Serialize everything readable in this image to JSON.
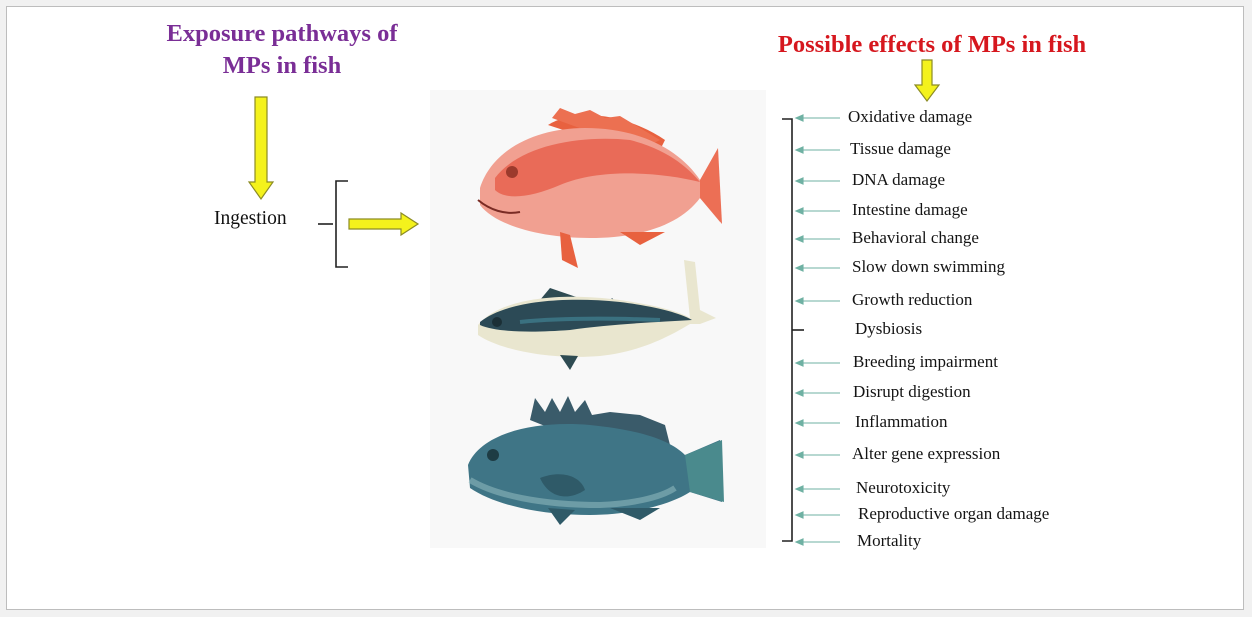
{
  "left_title": "Exposure pathways of MPs in fish",
  "right_title": "Possible effects of MPs in fish",
  "pathway": "Ingestion",
  "effects": [
    "Oxidative damage",
    "Tissue damage",
    "DNA damage",
    "Intestine damage",
    "Behavioral change",
    "Slow down swimming",
    "Growth reduction",
    "Dysbiosis",
    "Breeding impairment",
    "Disrupt digestion",
    "Inflammation",
    "Alter gene expression",
    "Neurotoxicity",
    "Reproductive organ damage",
    "Mortality"
  ],
  "fish": [
    "red-snapper",
    "tuna",
    "blue-grouper"
  ],
  "colors": {
    "left_title": "#7a2e96",
    "right_title": "#d6171e",
    "arrow_fill": "#f4f21c",
    "arrow_stroke": "#8c8c24",
    "effect_arrow": "#6fb1a3"
  }
}
